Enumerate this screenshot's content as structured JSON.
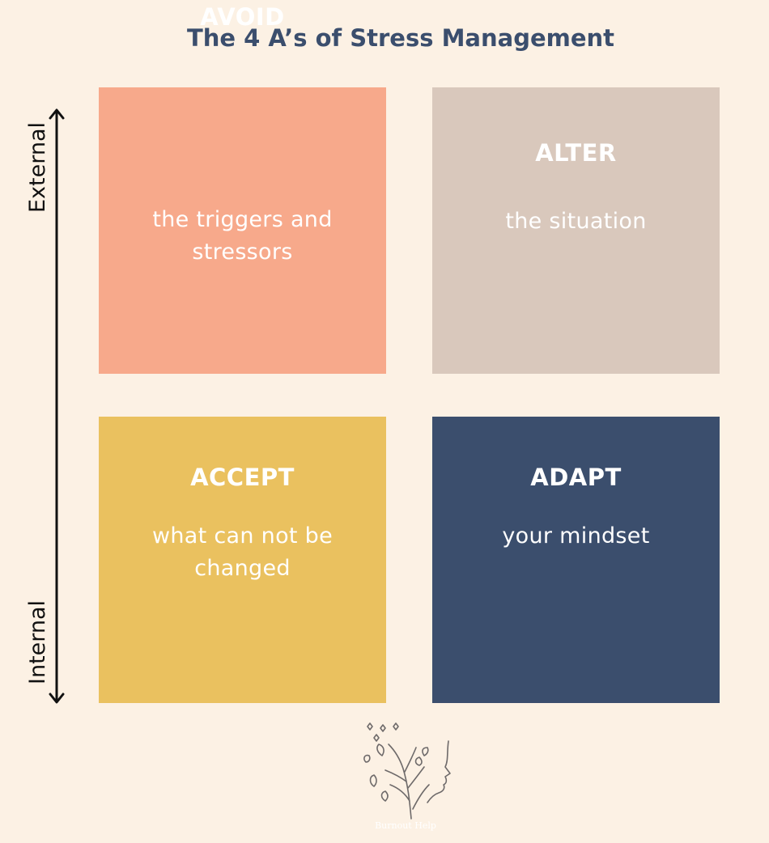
{
  "title": "The 4 A’s of Stress Management",
  "axis": {
    "top_label": "External",
    "bottom_label": "Internal"
  },
  "quadrants": [
    {
      "heading": "AVOID",
      "description": "the triggers and stressors",
      "color": "#f7a98b"
    },
    {
      "heading": "ALTER",
      "description": "the situation",
      "color": "#d9c8bc"
    },
    {
      "heading": "ACCEPT",
      "description": "what can not be changed",
      "color": "#eac15f"
    },
    {
      "heading": "ADAPT",
      "description": "your mindset",
      "color": "#3b4e6d"
    }
  ],
  "logo": {
    "icon": "tree-face-logo-icon",
    "text": "Burnout Help"
  },
  "colors": {
    "background": "#fcf1e4",
    "title": "#3b4e6d",
    "axis": "#111111",
    "logo_stroke": "#6e6a6a"
  }
}
